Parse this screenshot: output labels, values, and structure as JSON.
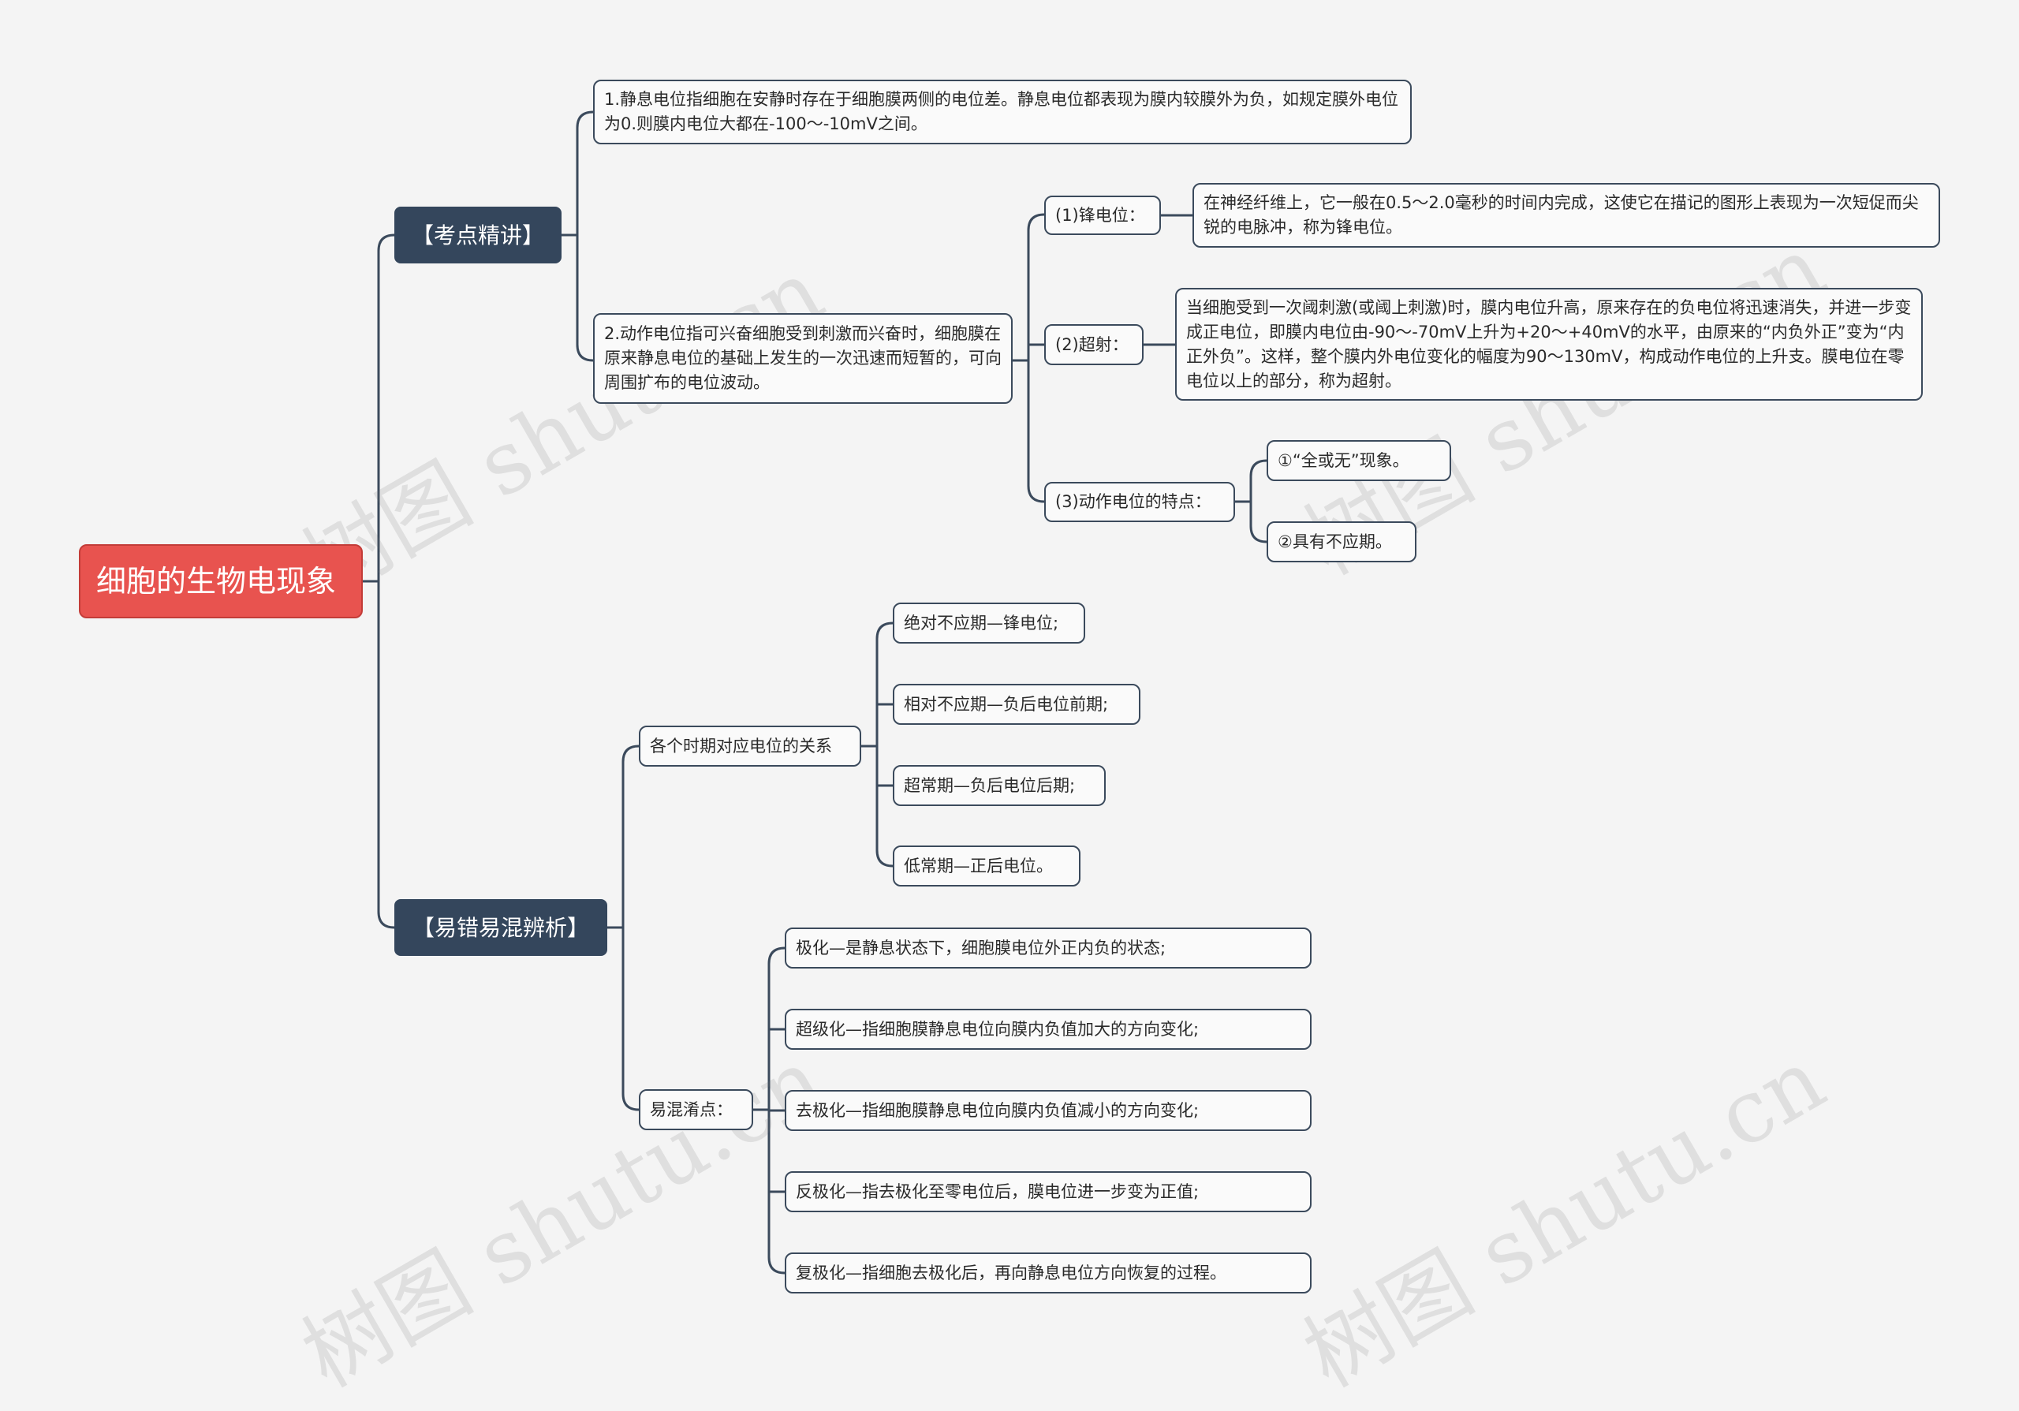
{
  "root": {
    "label": "细胞的生物电现象"
  },
  "kaodian": {
    "label": "【考点精讲】",
    "item1": "1.静息电位指细胞在安静时存在于细胞膜两侧的电位差。静息电位都表现为膜内较膜外为负，如规定膜外电位为0.则膜内电位大都在-100～-10mV之间。",
    "item2": "2.动作电位指可兴奋细胞受到刺激而兴奋时，细胞膜在原来静息电位的基础上发生的一次迅速而短暂的，可向周围扩布的电位波动。",
    "feng_label": "(1)锋电位：",
    "feng_desc": "在神经纤维上，它一般在0.5～2.0毫秒的时间内完成，这使它在描记的图形上表现为一次短促而尖锐的电脉冲，称为锋电位。",
    "chao_label": "(2)超射：",
    "chao_desc": "当细胞受到一次阈刺激(或阈上刺激)时，膜内电位升高，原来存在的负电位将迅速消失，并进一步变成正电位，即膜内电位由-90～-70mV上升为+20～+40mV的水平，由原来的“内负外正”变为“内正外负”。这样，整个膜内外电位变化的幅度为90～130mV，构成动作电位的上升支。膜电位在零电位以上的部分，称为超射。",
    "tedian_label": "(3)动作电位的特点：",
    "tedian_1": "①“全或无”现象。",
    "tedian_2": "②具有不应期。"
  },
  "yicuo": {
    "label": "【易错易混辨析】",
    "guanxi_label": "各个时期对应电位的关系",
    "guanxi": [
      "绝对不应期—锋电位;",
      "相对不应期—负后电位前期;",
      "超常期—负后电位后期;",
      "低常期—正后电位。"
    ],
    "yihun_label": "易混淆点：",
    "yihun": [
      "极化—是静息状态下，细胞膜电位外正内负的状态;",
      "超级化—指细胞膜静息电位向膜内负值加大的方向变化;",
      "去极化—指细胞膜静息电位向膜内负值减小的方向变化;",
      "反极化—指去极化至零电位后，膜电位进一步变为正值;",
      "复极化—指细胞去极化后，再向静息电位方向恢复的过程。"
    ]
  },
  "watermark": "树图 shutu.cn",
  "colors": {
    "root": "#e8534f",
    "branch": "#34465c",
    "line": "#3b4a5c",
    "background": "#f4f4f4"
  }
}
